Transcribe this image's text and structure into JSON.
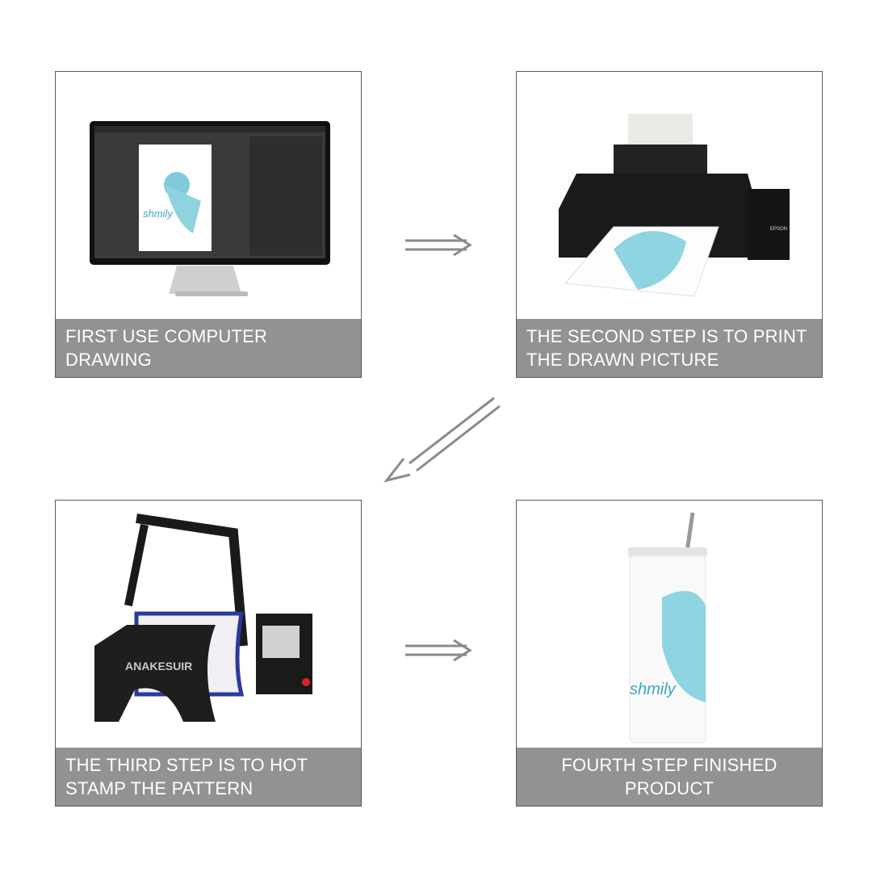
{
  "steps": [
    {
      "caption": "FIRST USE COMPUTER DRAWING",
      "image": "computer-monitor"
    },
    {
      "caption": "THE SECOND STEP IS TO PRINT THE DRAWN PICTURE",
      "image": "printer",
      "brand": "EPSON"
    },
    {
      "caption": "THE THIRD STEP IS TO HOT STAMP THE PATTERN",
      "image": "mug-heat-press",
      "brand": "ANAKESUIR"
    },
    {
      "caption": "FOURTH STEP FINISHED PRODUCT",
      "image": "printed-tumbler"
    }
  ],
  "artwork_text": "shmily",
  "colors": {
    "caption_bg": "#929292",
    "arrow": "#8a8a8a",
    "border": "#5a5a5a"
  }
}
